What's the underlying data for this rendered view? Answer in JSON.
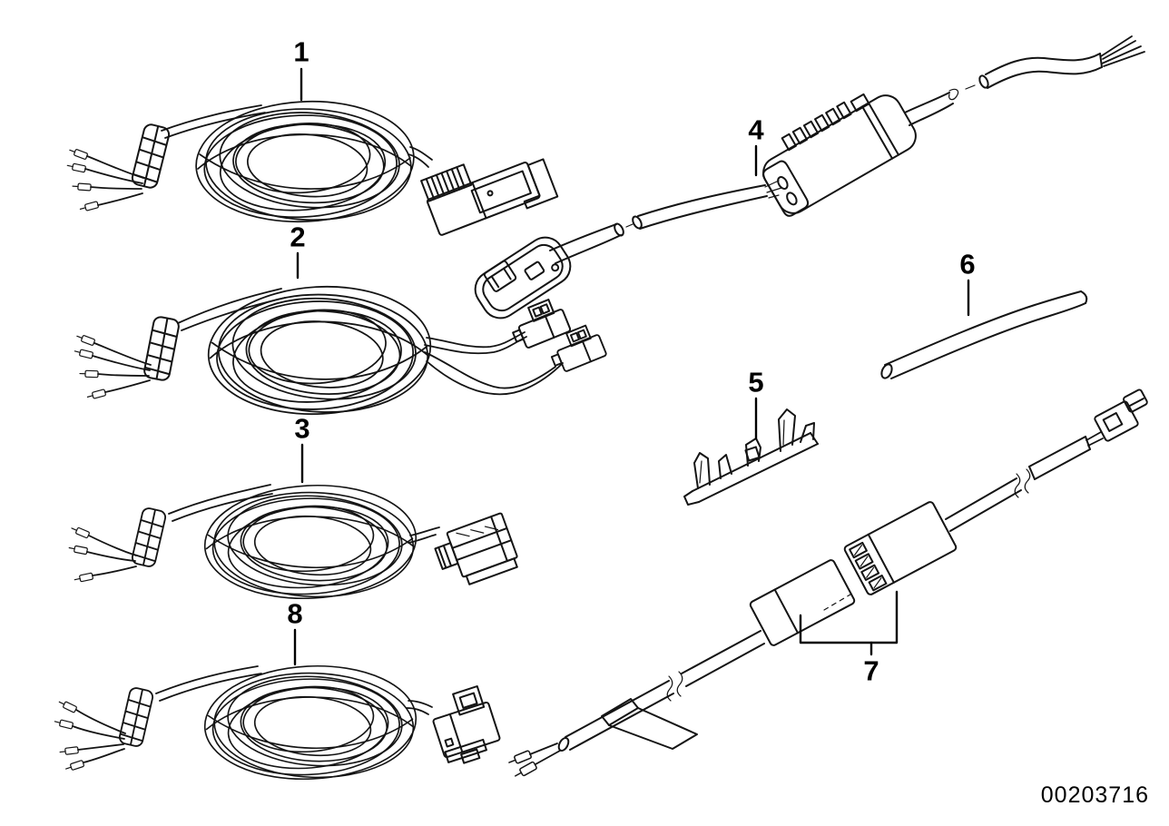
{
  "diagram": {
    "type": "parts-line-drawing",
    "description": "Repair cable harness parts diagram",
    "image_id": "00203716",
    "colors": {
      "background": "#ffffff",
      "line": "#141414",
      "label": "#000000"
    },
    "callouts": [
      {
        "label": "1"
      },
      {
        "label": "2"
      },
      {
        "label": "3"
      },
      {
        "label": "4"
      },
      {
        "label": "5"
      },
      {
        "label": "6"
      },
      {
        "label": "7"
      },
      {
        "label": "8"
      }
    ]
  }
}
